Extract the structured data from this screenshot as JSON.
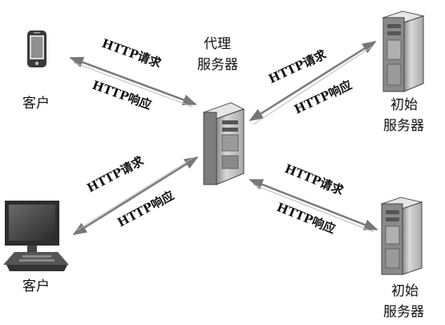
{
  "nodes": {
    "client_top": {
      "label": "客户"
    },
    "client_bottom": {
      "label": "客户"
    },
    "proxy": {
      "label_line1": "代理",
      "label_line2": "服务器"
    },
    "origin_top": {
      "label_line1": "初始",
      "label_line2": "服务器"
    },
    "origin_bottom": {
      "label_line1": "初始",
      "label_line2": "服务器"
    }
  },
  "links": {
    "top_left": {
      "request": "HTTP请求",
      "response": "HTTP响应"
    },
    "bottom_left": {
      "request": "HTTP请求",
      "response": "HTTP响应"
    },
    "top_right": {
      "request": "HTTP请求",
      "response": "HTTP响应"
    },
    "bottom_right": {
      "request": "HTTP请求",
      "response": "HTTP响应"
    }
  },
  "colors": {
    "arrow": "#777777",
    "device_body": "#cfcfcf",
    "device_shadow": "#6f6f6f",
    "ink": "#111111"
  }
}
